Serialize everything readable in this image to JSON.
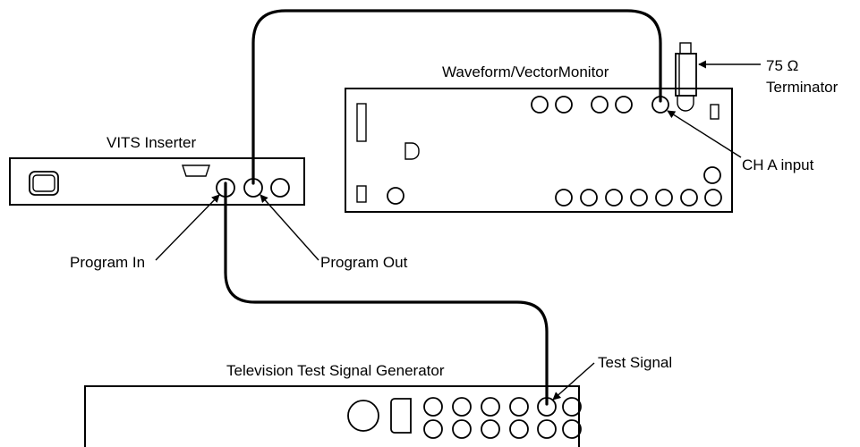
{
  "devices": {
    "monitor": "Waveform/VectorMonitor",
    "vits": "VITS Inserter",
    "generator": "Television Test Signal Generator"
  },
  "callouts": {
    "terminator_line1": "75 Ω",
    "terminator_line2": "Terminator",
    "ch_a_input": "CH A input",
    "program_in": "Program In",
    "program_out": "Program Out",
    "test_signal": "Test Signal"
  }
}
